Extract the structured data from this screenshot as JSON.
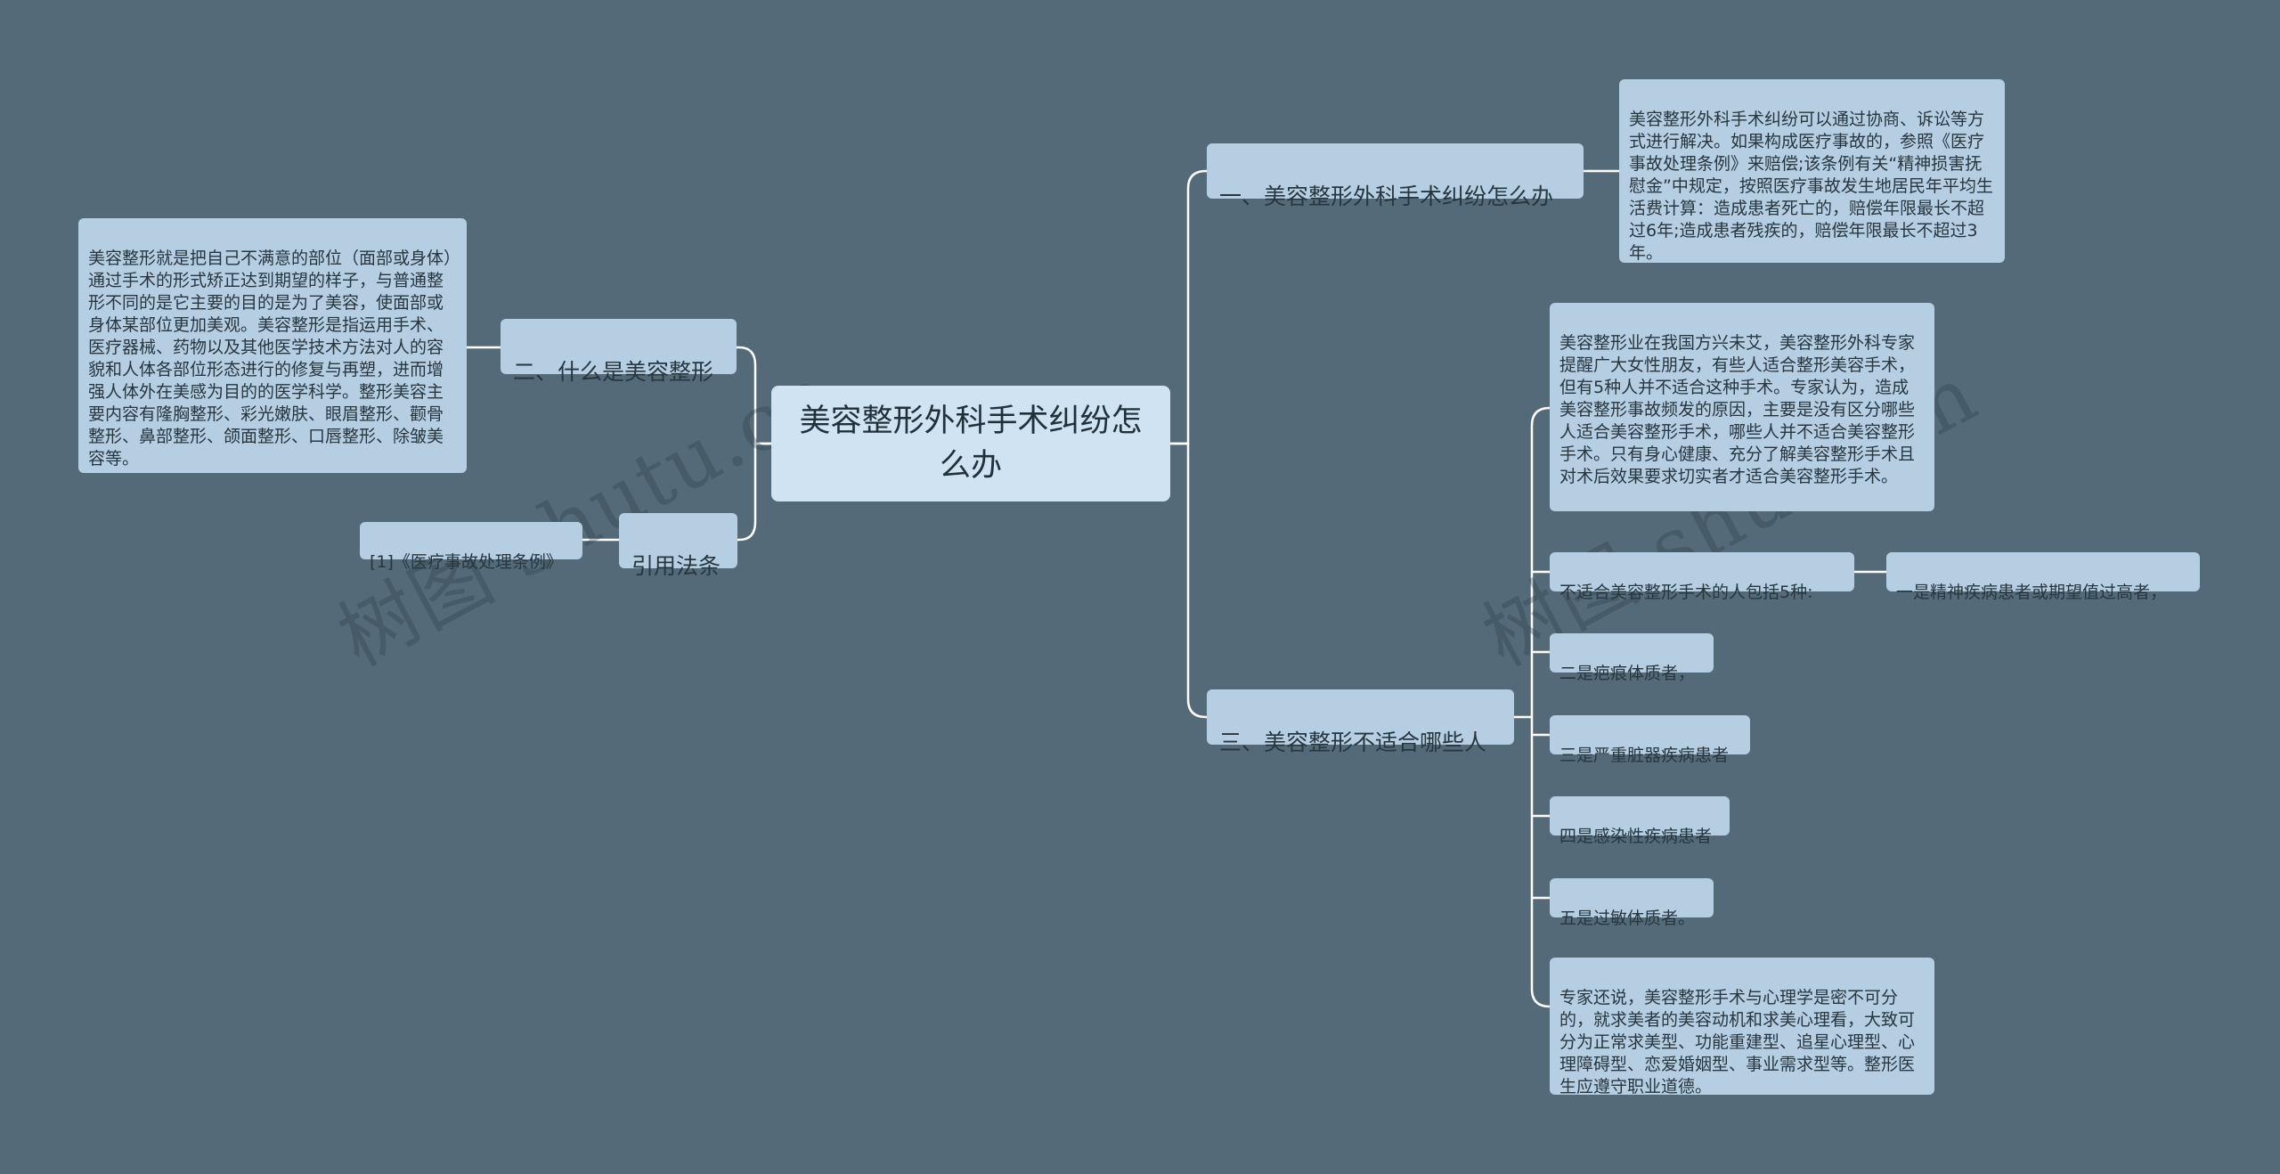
{
  "root": {
    "title": "美容整形外科手术纠纷怎么办"
  },
  "watermarks": [
    "树图 shutu.cn",
    "树图 shutu.cn"
  ],
  "branches": {
    "b1": {
      "title": "一、美容整形外科手术纠纷怎么办",
      "leaf": "美容整形外科手术纠纷可以通过协商、诉讼等方式进行解决。如果构成医疗事故的，参照《医疗事故处理条例》来赔偿;该条例有关“精神损害抚慰金”中规定，按照医疗事故发生地居民年平均生活费计算：造成患者死亡的，赔偿年限最长不超过6年;造成患者残疾的，赔偿年限最长不超过3年。"
    },
    "b2": {
      "title": "二、什么是美容整形",
      "leaf": "美容整形就是把自己不满意的部位（面部或身体）通过手术的形式矫正达到期望的样子，与普通整形不同的是它主要的目的是为了美容，使面部或身体某部位更加美观。美容整形是指运用手术、医疗器械、药物以及其他医学技术方法对人的容貌和人体各部位形态进行的修复与再塑，进而增强人体外在美感为目的的医学科学。整形美容主要内容有隆胸整形、彩光嫩肤、眼眉整形、颧骨整形、鼻部整形、颌面整形、口唇整形、除皱美容等。"
    },
    "b3": {
      "title": "引用法条",
      "leaf": "[1]《医疗事故处理条例》"
    },
    "b4": {
      "title": "三、美容整形不适合哪些人",
      "leaves": [
        "美容整形业在我国方兴未艾，美容整形外科专家提醒广大女性朋友，有些人适合整形美容手术，但有5种人并不适合这种手术。专家认为，造成美容整形事故频发的原因，主要是没有区分哪些人适合美容整形手术，哪些人并不适合美容整形手术。只有身心健康、充分了解美容整形手术且对术后效果要求切实者才适合美容整形手术。",
        "不适合美容整形手术的人包括5种:",
        "二是疤痕体质者，",
        "三是严重脏器疾病患者",
        "四是感染性疾病患者",
        "五是过敏体质者。",
        "专家还说，美容整形手术与心理学是密不可分的，就求美者的美容动机和求美心理看，大致可分为正常求美型、功能重建型、追星心理型、心理障碍型、恋爱婚姻型、事业需求型等。整形医生应遵守职业道德。"
      ],
      "sub_leaf": "一是精神疾病患者或期望值过高者，"
    }
  }
}
